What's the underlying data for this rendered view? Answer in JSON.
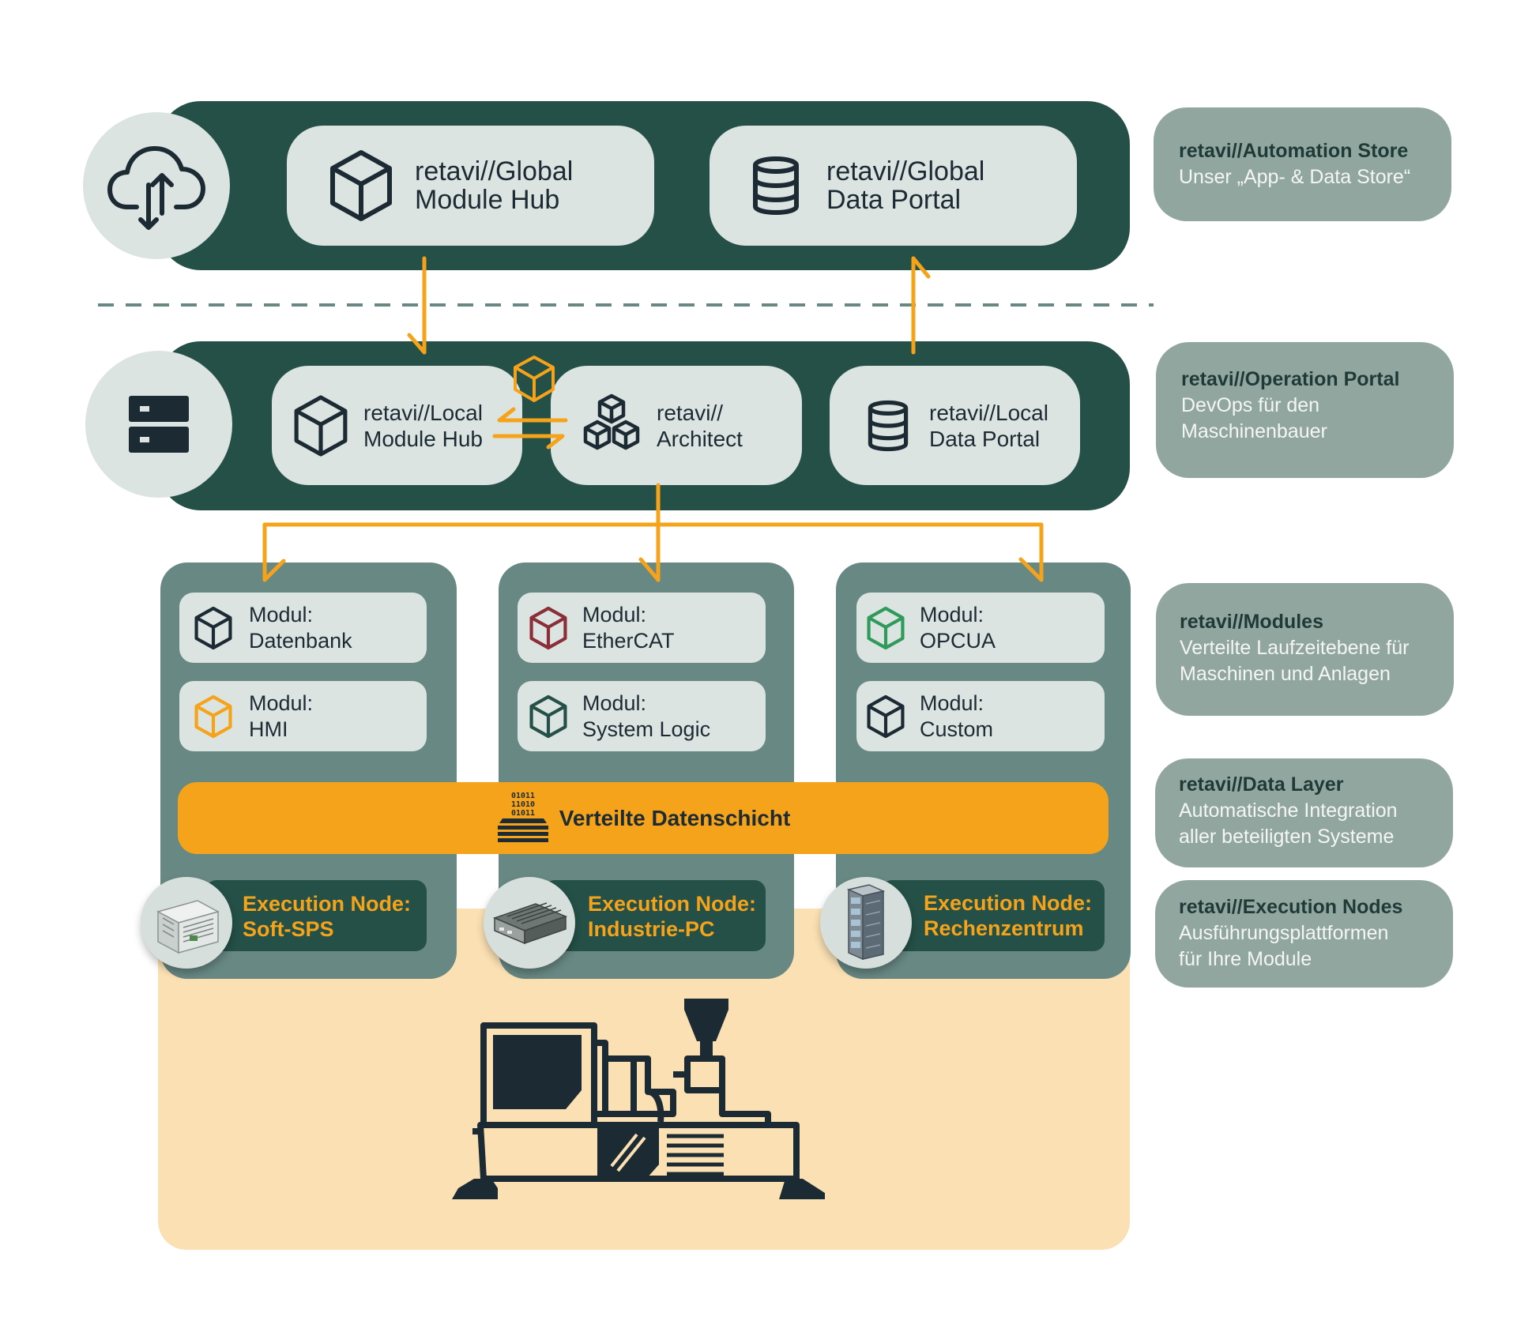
{
  "cloud_layer": {
    "global_module_hub": "retavi//Global\nModule Hub",
    "global_data_portal": "retavi//Global\nData Portal"
  },
  "local_layer": {
    "local_module_hub": "retavi//Local\nModule Hub",
    "architect": "retavi//\nArchitect",
    "local_data_portal": "retavi//Local\nData Portal"
  },
  "columns": [
    {
      "modules": [
        {
          "label": "Modul:\nDatenbank",
          "icon": "cube-icon",
          "color": "#1c2a33"
        },
        {
          "label": "Modul:\nHMI",
          "icon": "cube-icon",
          "color": "#f4a31a"
        }
      ],
      "execution_node": "Execution Node:\nSoft-SPS",
      "device_icon": "plc-device-icon"
    },
    {
      "modules": [
        {
          "label": "Modul:\nEtherCAT",
          "icon": "cube-icon",
          "color": "#8a2e38"
        },
        {
          "label": "Modul:\nSystem Logic",
          "icon": "cube-icon",
          "color": "#245047"
        }
      ],
      "execution_node": "Execution Node:\nIndustrie-PC",
      "device_icon": "industrial-pc-icon"
    },
    {
      "modules": [
        {
          "label": "Modul:\nOPCUA",
          "icon": "cube-icon",
          "color": "#2f9a5a"
        },
        {
          "label": "Modul:\nCustom",
          "icon": "cube-icon",
          "color": "#1c2a33"
        }
      ],
      "execution_node": "Execution Node:\nRechenzentrum",
      "device_icon": "server-rack-icon"
    }
  ],
  "data_layer": {
    "label": "Verteilte Datenschicht",
    "binary": [
      "01011",
      "11010",
      "01011"
    ]
  },
  "side_panels": [
    {
      "title": "retavi//Automation Store",
      "text": "Unser „App- & Data Store“"
    },
    {
      "title": "retavi//Operation Portal",
      "text": "DevOps für den\nMaschinenbauer"
    },
    {
      "title": "retavi//Modules",
      "text": "Verteilte Laufzeitebene für\nMaschinen und Anlagen"
    },
    {
      "title": "retavi//Data Layer",
      "text": "Automatische Integration\naller beteiligten Systeme"
    },
    {
      "title": "retavi//Execution Nodes",
      "text": "Ausführungsplattformen\nfür Ihre Module"
    }
  ],
  "colors": {
    "dark_green": "#245047",
    "accent_orange": "#f4a31a",
    "pill_light": "#dce4e2",
    "column_gray_green": "#688883",
    "side_card": "#92a6a0",
    "machine_bg": "#fbe0b3",
    "ink": "#1c2a33"
  }
}
